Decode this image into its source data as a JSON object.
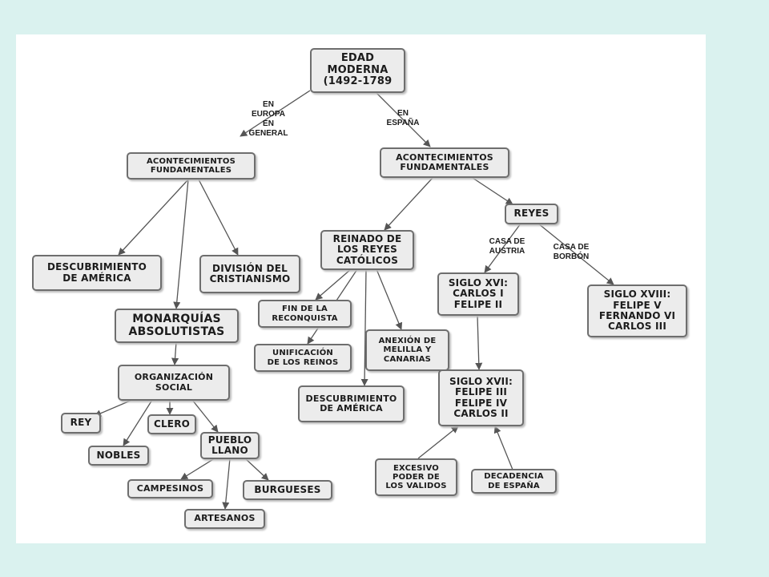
{
  "nodes": {
    "root": "EDAD\nMODERNA\n(1492-1789",
    "acont_europa": "ACONTECIMIENTOS\nFUNDAMENTALES",
    "acont_espana": "ACONTECIMIENTOS\nFUNDAMENTALES",
    "descubrimiento_1": "DESCUBRIMIENTO\nDE AMÉRICA",
    "division": "DIVISIÓN DEL\nCRISTIANISMO",
    "monarquias": "MONARQUÍAS\nABSOLUTISTAS",
    "organizacion": "ORGANIZACIÓN\nSOCIAL",
    "rey": "REY",
    "clero": "CLERO",
    "nobles": "NOBLES",
    "pueblo": "PUEBLO\nLLANO",
    "campesinos": "CAMPESINOS",
    "burgueses": "BURGUESES",
    "artesanos": "ARTESANOS",
    "reinado": "REINADO DE\nLOS REYES\nCATÓLICOS",
    "reyes": "REYES",
    "fin_reconquista": "FIN DE LA\nRECONQUISTA",
    "unificacion": "UNIFICACIÓN\nDE LOS REINOS",
    "anexion": "ANEXIÓN DE\nMELILLA Y\nCANARIAS",
    "descubrimiento_2": "DESCUBRIMIENTO\nDE AMÉRICA",
    "siglo_xvi": "SIGLO XVI:\nCARLOS I\nFELIPE II",
    "siglo_xvii": "SIGLO XVII:\nFELIPE III\nFELIPE IV\nCARLOS II",
    "siglo_xviii": "SIGLO XVIII:\nFELIPE V\nFERNANDO VI\nCARLOS III",
    "excesivo": "EXCESIVO\nPODER DE\nLOS VALIDOS",
    "decadencia": "DECADENCIA\nDE ESPAÑA"
  },
  "links": {
    "en_europa": "EN\nEUROPA\nEN\nGENERAL",
    "en_espana": "EN\nESPAÑA",
    "casa_austria": "CASA DE\nAUSTRIA",
    "casa_borbon": "CASA DE\nBORBÓN"
  },
  "colors": {
    "background": "#daf2ef",
    "canvas": "#ffffff",
    "node_fill": "#ececec",
    "node_border": "#6e6e6e",
    "edge": "#555555"
  }
}
